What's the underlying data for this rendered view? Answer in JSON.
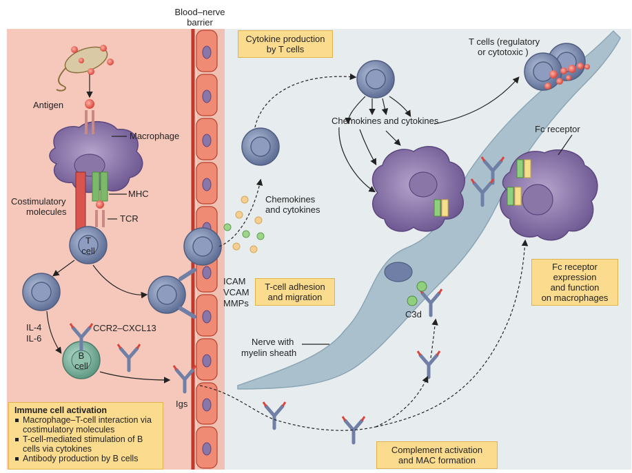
{
  "labels": {
    "blood_nerve_barrier": [
      "Blood–nerve",
      "barrier"
    ],
    "antigen": "Antigen",
    "macrophage": "Macrophage",
    "mhc": "MHC",
    "costimulatory": [
      "Costimulatory",
      "molecules"
    ],
    "tcr": "TCR",
    "t_cell": [
      "T",
      "cell"
    ],
    "b_cell": [
      "B",
      "cell"
    ],
    "il4": "IL-4",
    "il6": "IL-6",
    "ccr2": "CCR2–CXCL13",
    "igs": "Igs",
    "icam": "ICAM",
    "vcam": "VCAM",
    "mmps": "MMPs",
    "chemokines_small": [
      "Chemokines",
      "and cytokines"
    ],
    "chemokines_top": "Chemokines and cytokines",
    "t_cells_reg": [
      "T cells (regulatory",
      "or cytotoxic )"
    ],
    "fc_receptor": "Fc receptor",
    "c3d": "C3d",
    "nerve": [
      "Nerve with",
      "myelin sheath"
    ]
  },
  "boxes": {
    "cytokine": [
      "Cytokine production",
      "by T cells"
    ],
    "adhesion": [
      "T-cell adhesion",
      "and migration"
    ],
    "fc": [
      "Fc receptor",
      "expression",
      "and function",
      "on macrophages"
    ],
    "complement": [
      "Complement activation",
      "and MAC formation"
    ]
  },
  "summary": {
    "title": "Immune cell activation",
    "items": [
      "Macrophage–T-cell interaction via costimulatory molecules",
      "T-cell-mediated stimulation of B cells via cytokines",
      "Antibody production by B cells"
    ]
  },
  "colors": {
    "blood_bg": "#f5c8bb",
    "nerve_bg": "#e6ebee",
    "barrier_cell": "#ef8a74",
    "barrier_line": "#c0392b",
    "t_cell": "#6f7fa6",
    "macrophage": "#8a77a8",
    "b_cell": "#6fa896",
    "nerve": "#aac0cc",
    "box": "#fbdc8e"
  }
}
